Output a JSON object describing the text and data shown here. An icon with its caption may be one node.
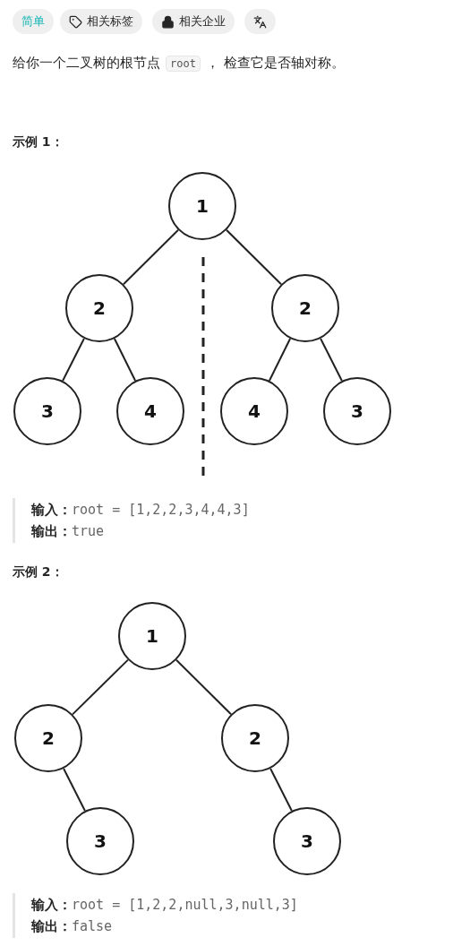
{
  "diagram": {
    "nodes": [
      {
        "text": [
          "1"
        ]
      },
      {
        "text": [
          "2"
        ]
      },
      {
        "text": [
          "2"
        ]
      },
      {
        "text": [
          "3"
        ]
      },
      {
        "text": [
          "4"
        ]
      },
      {
        "text": [
          "4"
        ]
      },
      {
        "text": [
          "3"
        ]
      },
      {
        "text": [
          "1"
        ]
      },
      {
        "text": [
          "2"
        ]
      },
      {
        "text": [
          "2"
        ]
      },
      {
        "text": [
          "3"
        ]
      },
      {
        "text": [
          "3"
        ]
      }
    ],
    "edges": [
      {
        "from": 0,
        "to": 1,
        "arrow": "none"
      },
      {
        "from": 0,
        "to": 2,
        "arrow": "none"
      },
      {
        "from": 1,
        "to": 3,
        "arrow": "none"
      },
      {
        "from": 1,
        "to": 4,
        "arrow": "none"
      },
      {
        "from": 2,
        "to": 5,
        "arrow": "none"
      },
      {
        "from": 2,
        "to": 6,
        "arrow": "none"
      },
      {
        "from": 7,
        "to": 8,
        "arrow": "none"
      },
      {
        "from": 7,
        "to": 9,
        "arrow": "none"
      },
      {
        "from": 8,
        "to": 10,
        "arrow": "none"
      },
      {
        "from": 9,
        "to": 11,
        "arrow": "none"
      }
    ],
    "labels": [
      "简单",
      "相关标签",
      "相关企业",
      "给你一个二叉树的根节点",
      "root",
      "， 检查它是否轴对称。",
      "示例 1：",
      "输入：",
      "root = [1,2,2,3,4,4,3]",
      "输出：",
      "true",
      "示例 2：",
      "输入：",
      "root = [1,2,2,null,3,null,3]",
      "输出：",
      "false"
    ]
  }
}
